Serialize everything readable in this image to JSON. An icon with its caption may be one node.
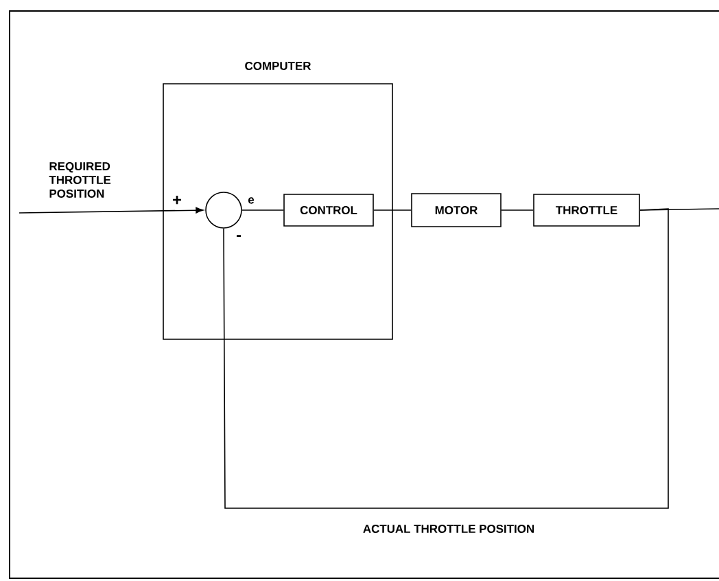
{
  "diagram": {
    "nodes": [
      {
        "text": [
          "COMPUTER"
        ]
      },
      {
        "text": [],
        "shape": "circle",
        "in": 0,
        "beside": [
          "+",
          "e",
          "-"
        ]
      },
      {
        "text": [
          "CONTROL"
        ],
        "in": 0
      },
      {
        "text": [
          "MOTOR"
        ]
      },
      {
        "text": [
          "THROTTLE"
        ]
      }
    ],
    "edges": [
      {
        "from": null,
        "to": 1,
        "arrow": "to",
        "label": "REQUIRED THROTTLE POSITION"
      },
      {
        "from": 1,
        "to": 2,
        "arrow": "none"
      },
      {
        "from": 2,
        "to": 3,
        "arrow": "none"
      },
      {
        "from": 3,
        "to": 4,
        "arrow": "none"
      },
      {
        "from": 4,
        "to": null,
        "arrow": "none"
      },
      {
        "from": 4,
        "to": 1,
        "arrow": "none",
        "label": "ACTUAL THROTTLE POSITION"
      }
    ]
  }
}
